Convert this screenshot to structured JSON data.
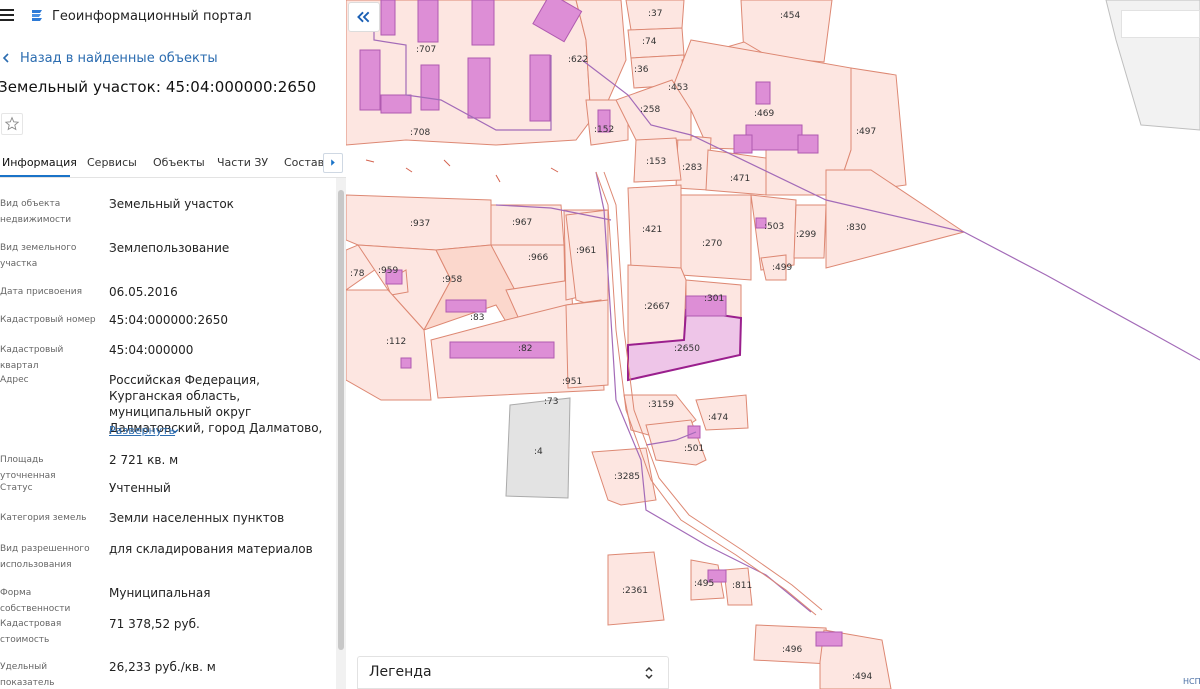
{
  "header": {
    "app_title": "Геоинформационный портал",
    "icons": [
      "menu-icon",
      "portal-logo-icon"
    ]
  },
  "back_link": "Назад в найденные объекты",
  "object_title": "Земельный участок: 45:04:000000:2650",
  "tabs": [
    "Информация",
    "Сервисы",
    "Объекты",
    "Части ЗУ",
    "Состав"
  ],
  "details": [
    {
      "label": "Вид объекта недвижимости",
      "value": "Земельный участок"
    },
    {
      "label": "Вид земельного участка",
      "value": "Землепользование"
    },
    {
      "label": "Дата присвоения",
      "value": "06.05.2016"
    },
    {
      "label": "Кадастровый номер",
      "value": "45:04:000000:2650"
    },
    {
      "label": "Кадастровый квартал",
      "value": "45:04:000000"
    },
    {
      "label": "Адрес",
      "value": "Российская Федерация, Курганская область, муниципальный округ Далматовский, город Далматово,"
    },
    {
      "label": "Площадь уточненная",
      "value": "2 721 кв. м"
    },
    {
      "label": "Статус",
      "value": "Учтенный"
    },
    {
      "label": "Категория земель",
      "value": "Земли населенных пунктов"
    },
    {
      "label": "Вид разрешенного использования",
      "value": "для складирования материалов"
    },
    {
      "label": "Форма собственности",
      "value": "Муниципальная"
    },
    {
      "label": "Кадастровая стоимость",
      "value": "71 378,52 руб."
    },
    {
      "label": "Удельный показатель кадастровой",
      "value": "26,233 руб./кв. м"
    }
  ],
  "expand_label": "Развернуть",
  "legend_label": "Легенда",
  "attribution": "НСП",
  "colors": {
    "parcel_fill": "#fde6e1",
    "parcel_stroke": "#dd8873",
    "building_fill": "#dd8ed6",
    "selected_fill": "#eec5e8",
    "selected_stroke": "#9a1f8d",
    "link": "#2b6cb0"
  },
  "map_labels": [
    ":707",
    ":622",
    ":37",
    ":74",
    ":36",
    ":454",
    ":453",
    ":258",
    ":469",
    ":708",
    ":152",
    ":497",
    ":153",
    ":283",
    ":471",
    ":937",
    ":967",
    ":961",
    ":421",
    ":270",
    ":503",
    ":299",
    ":830",
    ":78",
    ":959",
    ":958",
    ":966",
    ":499",
    ":2667",
    ":301",
    ":83",
    ":112",
    ":82",
    ":2650",
    ":951",
    ":73",
    ":3159",
    ":474",
    ":4",
    ":501",
    ":3285",
    ":2361",
    ":495",
    ":811",
    ":496",
    ":494"
  ]
}
